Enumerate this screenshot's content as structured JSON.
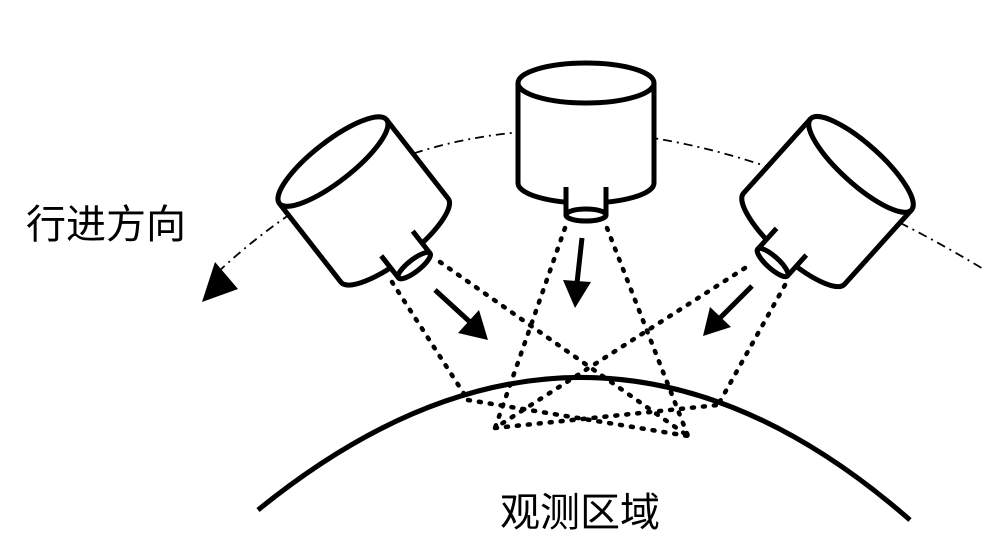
{
  "labels": {
    "direction": "行进方向",
    "observation_area": "观测区域"
  },
  "cameras": [
    {
      "id": "left",
      "angle_deg": -38
    },
    {
      "id": "center",
      "angle_deg": 0
    },
    {
      "id": "right",
      "angle_deg": 42
    }
  ],
  "colors": {
    "stroke": "#000000",
    "fill": "#ffffff"
  }
}
